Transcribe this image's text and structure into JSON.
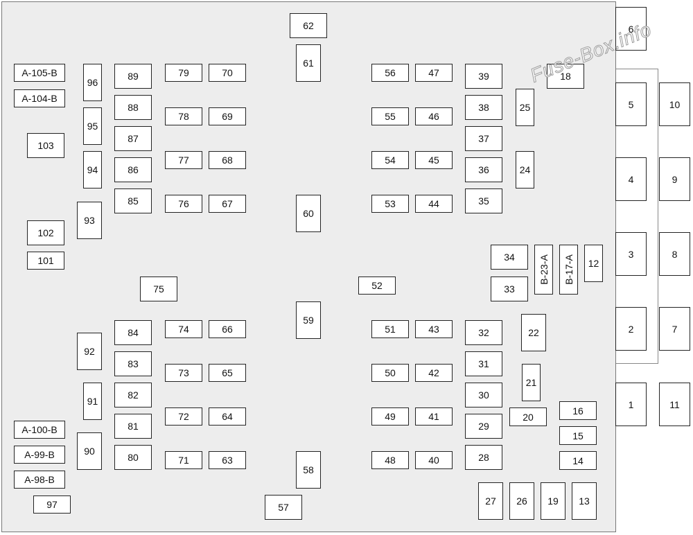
{
  "watermark": "Fuse-Box.info",
  "fuses": [
    {
      "id": "f-62",
      "label": "62"
    },
    {
      "id": "f-61",
      "label": "61"
    },
    {
      "id": "f-60",
      "label": "60"
    },
    {
      "id": "f-59",
      "label": "59"
    },
    {
      "id": "f-58",
      "label": "58"
    },
    {
      "id": "f-57",
      "label": "57"
    },
    {
      "id": "f-52",
      "label": "52"
    },
    {
      "id": "f-75",
      "label": "75"
    },
    {
      "id": "f-a105b",
      "label": "A-105-B"
    },
    {
      "id": "f-a104b",
      "label": "A-104-B"
    },
    {
      "id": "f-103",
      "label": "103"
    },
    {
      "id": "f-102",
      "label": "102"
    },
    {
      "id": "f-101",
      "label": "101"
    },
    {
      "id": "f-a100b",
      "label": "A-100-B"
    },
    {
      "id": "f-a99b",
      "label": "A-99-B"
    },
    {
      "id": "f-a98b",
      "label": "A-98-B"
    },
    {
      "id": "f-97",
      "label": "97"
    },
    {
      "id": "f-96",
      "label": "96"
    },
    {
      "id": "f-95",
      "label": "95"
    },
    {
      "id": "f-94",
      "label": "94"
    },
    {
      "id": "f-93",
      "label": "93"
    },
    {
      "id": "f-92",
      "label": "92"
    },
    {
      "id": "f-91",
      "label": "91"
    },
    {
      "id": "f-90",
      "label": "90"
    },
    {
      "id": "f-89",
      "label": "89"
    },
    {
      "id": "f-88",
      "label": "88"
    },
    {
      "id": "f-87",
      "label": "87"
    },
    {
      "id": "f-86",
      "label": "86"
    },
    {
      "id": "f-85",
      "label": "85"
    },
    {
      "id": "f-84",
      "label": "84"
    },
    {
      "id": "f-83",
      "label": "83"
    },
    {
      "id": "f-82",
      "label": "82"
    },
    {
      "id": "f-81",
      "label": "81"
    },
    {
      "id": "f-80",
      "label": "80"
    },
    {
      "id": "f-79",
      "label": "79"
    },
    {
      "id": "f-78",
      "label": "78"
    },
    {
      "id": "f-77",
      "label": "77"
    },
    {
      "id": "f-76",
      "label": "76"
    },
    {
      "id": "f-74",
      "label": "74"
    },
    {
      "id": "f-73",
      "label": "73"
    },
    {
      "id": "f-72",
      "label": "72"
    },
    {
      "id": "f-71",
      "label": "71"
    },
    {
      "id": "f-70",
      "label": "70"
    },
    {
      "id": "f-69",
      "label": "69"
    },
    {
      "id": "f-68",
      "label": "68"
    },
    {
      "id": "f-67",
      "label": "67"
    },
    {
      "id": "f-66",
      "label": "66"
    },
    {
      "id": "f-65",
      "label": "65"
    },
    {
      "id": "f-64",
      "label": "64"
    },
    {
      "id": "f-63",
      "label": "63"
    },
    {
      "id": "f-56",
      "label": "56"
    },
    {
      "id": "f-55",
      "label": "55"
    },
    {
      "id": "f-54",
      "label": "54"
    },
    {
      "id": "f-53",
      "label": "53"
    },
    {
      "id": "f-51",
      "label": "51"
    },
    {
      "id": "f-50",
      "label": "50"
    },
    {
      "id": "f-49",
      "label": "49"
    },
    {
      "id": "f-48",
      "label": "48"
    },
    {
      "id": "f-47",
      "label": "47"
    },
    {
      "id": "f-46",
      "label": "46"
    },
    {
      "id": "f-45",
      "label": "45"
    },
    {
      "id": "f-44",
      "label": "44"
    },
    {
      "id": "f-43",
      "label": "43"
    },
    {
      "id": "f-42",
      "label": "42"
    },
    {
      "id": "f-41",
      "label": "41"
    },
    {
      "id": "f-40",
      "label": "40"
    },
    {
      "id": "f-39",
      "label": "39"
    },
    {
      "id": "f-38",
      "label": "38"
    },
    {
      "id": "f-37",
      "label": "37"
    },
    {
      "id": "f-36",
      "label": "36"
    },
    {
      "id": "f-35",
      "label": "35"
    },
    {
      "id": "f-34",
      "label": "34"
    },
    {
      "id": "f-33",
      "label": "33"
    },
    {
      "id": "f-32",
      "label": "32"
    },
    {
      "id": "f-31",
      "label": "31"
    },
    {
      "id": "f-30",
      "label": "30"
    },
    {
      "id": "f-29",
      "label": "29"
    },
    {
      "id": "f-28",
      "label": "28"
    },
    {
      "id": "f-27",
      "label": "27"
    },
    {
      "id": "f-26",
      "label": "26"
    },
    {
      "id": "f-25",
      "label": "25"
    },
    {
      "id": "f-24",
      "label": "24"
    },
    {
      "id": "f-22",
      "label": "22"
    },
    {
      "id": "f-21",
      "label": "21"
    },
    {
      "id": "f-20",
      "label": "20"
    },
    {
      "id": "f-19",
      "label": "19"
    },
    {
      "id": "f-18",
      "label": "18"
    },
    {
      "id": "f-16",
      "label": "16"
    },
    {
      "id": "f-15",
      "label": "15"
    },
    {
      "id": "f-14",
      "label": "14"
    },
    {
      "id": "f-13",
      "label": "13"
    },
    {
      "id": "f-12",
      "label": "12"
    },
    {
      "id": "f-b23a",
      "label": "B-23-A"
    },
    {
      "id": "f-b17a",
      "label": "B-17-A"
    },
    {
      "id": "f-6",
      "label": "6"
    },
    {
      "id": "f-5",
      "label": "5"
    },
    {
      "id": "f-4",
      "label": "4"
    },
    {
      "id": "f-3",
      "label": "3"
    },
    {
      "id": "f-2",
      "label": "2"
    },
    {
      "id": "f-1",
      "label": "1"
    },
    {
      "id": "f-10",
      "label": "10"
    },
    {
      "id": "f-9",
      "label": "9"
    },
    {
      "id": "f-8",
      "label": "8"
    },
    {
      "id": "f-7",
      "label": "7"
    },
    {
      "id": "f-11",
      "label": "11"
    }
  ]
}
